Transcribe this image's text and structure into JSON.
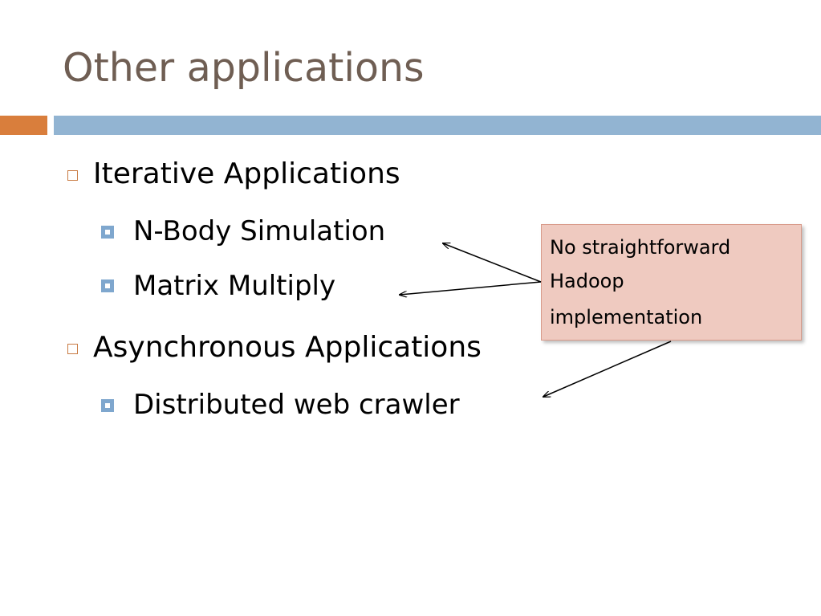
{
  "slide": {
    "title": "Other applications",
    "accent_colors": {
      "title": "#6f5e53",
      "orange_bar": "#d97e3c",
      "blue_bar": "#92b4d2",
      "callout_fill": "#efcac0"
    },
    "bullets": [
      {
        "text": "Iterative Applications",
        "children": [
          "N-Body Simulation",
          "Matrix Multiply"
        ]
      },
      {
        "text": "Asynchronous Applications",
        "children": [
          "Distributed web crawler"
        ]
      }
    ],
    "callout": {
      "lines": [
        "No straightforward",
        "Hadoop",
        "implementation"
      ]
    }
  }
}
